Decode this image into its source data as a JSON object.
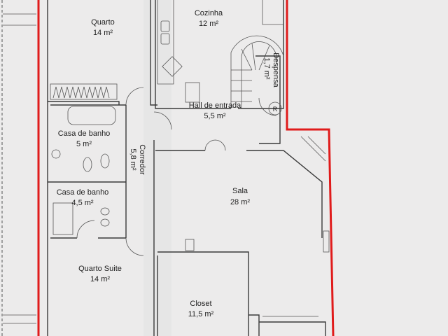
{
  "plan": {
    "boundary_color": "#e01b1b",
    "rooms": [
      {
        "id": "quarto",
        "name": "Quarto",
        "area": "14 m²"
      },
      {
        "id": "cozinha",
        "name": "Cozinha",
        "area": "12 m²"
      },
      {
        "id": "despensa",
        "name": "Despensa",
        "area": "1,7 m²"
      },
      {
        "id": "hall",
        "name": "Hall de entrada",
        "area": "5,5 m²"
      },
      {
        "id": "casa-banho-1",
        "name": "Casa de banho",
        "area": "5 m²"
      },
      {
        "id": "corredor",
        "name": "Corredor",
        "area": "5,8 m²"
      },
      {
        "id": "casa-banho-2",
        "name": "Casa de banho",
        "area": "4,5 m²"
      },
      {
        "id": "sala",
        "name": "Sala",
        "area": "28 m²"
      },
      {
        "id": "quarto-suite",
        "name": "Quarto Suite",
        "area": "14 m²"
      },
      {
        "id": "closet",
        "name": "Closet",
        "area": "11,5 m²"
      }
    ],
    "fixtures": {
      "fridge_label": "R"
    }
  }
}
